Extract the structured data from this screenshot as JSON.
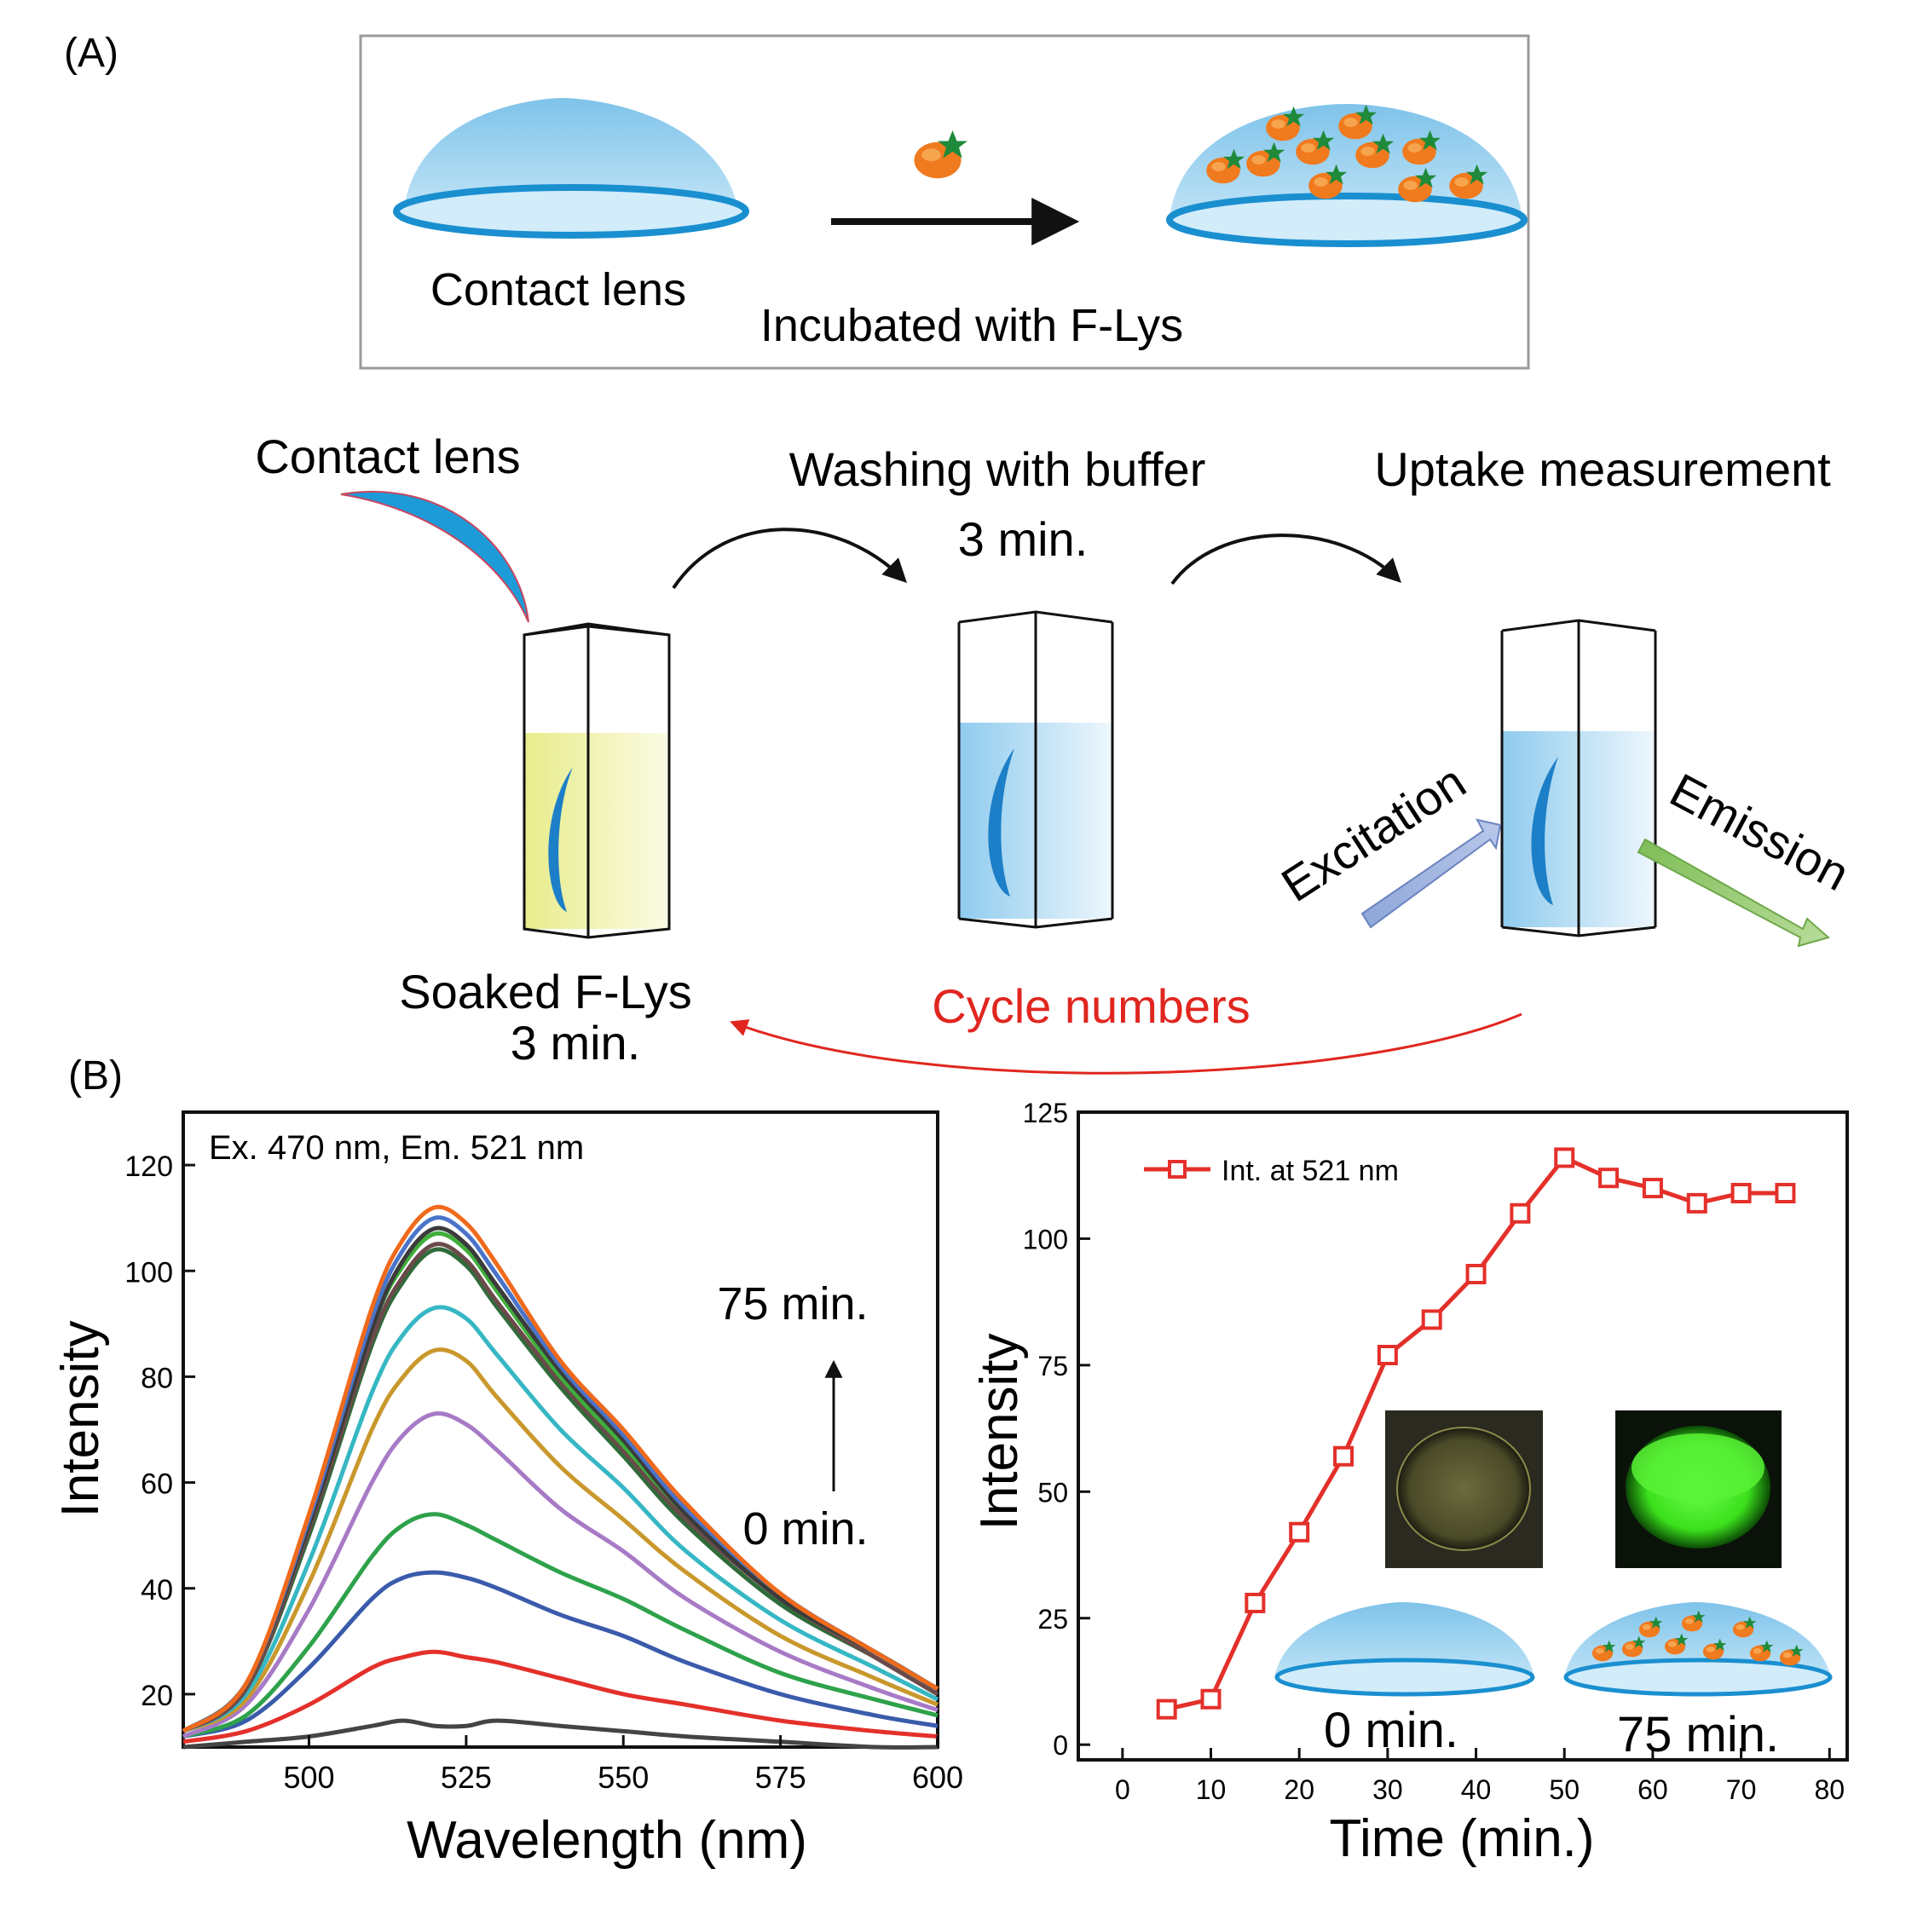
{
  "panel_a": {
    "label": "(A)",
    "top": {
      "lens_label": "Contact lens",
      "arrow_label": "Incubated with F-Lys"
    },
    "workflow": {
      "lens_label": "Contact lens",
      "washing_label": "Washing with buffer",
      "washing_time": "3 min.",
      "uptake_label": "Uptake measurement",
      "excitation_label": "Excitation",
      "emission_label": "Emission",
      "soaked_label": "Soaked F-Lys",
      "soaked_time": "3 min.",
      "cycle_label": "Cycle numbers",
      "cycle_color": "#e0261f"
    }
  },
  "panel_b": {
    "label": "(B)",
    "spectra_annotation": "Ex. 470 nm, Em. 521 nm",
    "time_end_label": "75 min.",
    "time_start_label": "0 min.",
    "inset_left_label": "0 min.",
    "inset_right_label": "75 min."
  },
  "chart_data": [
    {
      "type": "line",
      "xlabel": "Wavelength (nm)",
      "ylabel": "Intensity",
      "xlim": [
        480,
        600
      ],
      "ylim": [
        10,
        130
      ],
      "xticks": [
        500,
        525,
        550,
        575,
        600
      ],
      "yticks": [
        20,
        40,
        60,
        80,
        100,
        120
      ],
      "peak_wavelength": 521,
      "x": [
        480,
        490,
        500,
        510,
        515,
        520,
        525,
        530,
        540,
        550,
        560,
        575,
        590,
        600
      ],
      "series": [
        {
          "color": "#444444",
          "values": [
            10,
            11,
            12,
            14,
            15,
            14,
            14,
            15,
            14,
            13,
            12,
            11,
            10,
            10
          ]
        },
        {
          "color": "#e4302a",
          "values": [
            11,
            13,
            18,
            25,
            27,
            28,
            27,
            26,
            23,
            20,
            18,
            15,
            13,
            12
          ]
        },
        {
          "color": "#3a5bab",
          "values": [
            12,
            15,
            25,
            38,
            42,
            43,
            42,
            40,
            35,
            31,
            26,
            20,
            16,
            14
          ]
        },
        {
          "color": "#2ea24b",
          "values": [
            12,
            16,
            29,
            46,
            52,
            54,
            52,
            49,
            43,
            38,
            32,
            24,
            19,
            16
          ]
        },
        {
          "color": "#a77ac6",
          "values": [
            12,
            18,
            36,
            60,
            69,
            73,
            71,
            66,
            55,
            47,
            38,
            28,
            21,
            17
          ]
        },
        {
          "color": "#c9982c",
          "values": [
            13,
            19,
            41,
            70,
            80,
            85,
            83,
            76,
            63,
            53,
            43,
            31,
            23,
            18
          ]
        },
        {
          "color": "#36b7c4",
          "values": [
            13,
            20,
            45,
            77,
            88,
            93,
            91,
            84,
            70,
            59,
            47,
            34,
            25,
            19
          ]
        },
        {
          "color": "#2f6b3a",
          "values": [
            13,
            21,
            50,
            86,
            98,
            104,
            101,
            93,
            78,
            65,
            52,
            37,
            27,
            20
          ]
        },
        {
          "color": "#6b4a4a",
          "values": [
            13,
            21,
            51,
            87,
            99,
            105,
            102,
            94,
            79,
            66,
            53,
            38,
            27,
            20
          ]
        },
        {
          "color": "#3fae3a",
          "values": [
            13,
            22,
            52,
            89,
            101,
            107,
            104,
            96,
            80,
            67,
            54,
            38,
            28,
            21
          ]
        },
        {
          "color": "#3b3b3b",
          "values": [
            13,
            22,
            52,
            89,
            102,
            108,
            105,
            97,
            81,
            68,
            54,
            38,
            28,
            21
          ]
        },
        {
          "color": "#4a74c9",
          "values": [
            13,
            22,
            53,
            91,
            104,
            110,
            107,
            99,
            82,
            69,
            55,
            39,
            28,
            21
          ]
        },
        {
          "color": "#f06a1c",
          "values": [
            13,
            22,
            54,
            93,
            106,
            112,
            109,
            101,
            83,
            70,
            56,
            39,
            28,
            21
          ]
        }
      ]
    },
    {
      "type": "line",
      "xlabel": "Time (min.)",
      "ylabel": "Intensity",
      "xlim": [
        -5,
        82
      ],
      "ylim": [
        -3,
        125
      ],
      "xticks": [
        0,
        10,
        20,
        30,
        40,
        50,
        60,
        70,
        80
      ],
      "yticks": [
        0,
        25,
        50,
        75,
        100,
        125
      ],
      "legend_position": "top-left",
      "series": [
        {
          "name": "Int. at 521 nm",
          "color": "#e4302a",
          "marker": "open-square",
          "x": [
            5,
            10,
            15,
            20,
            25,
            30,
            35,
            40,
            45,
            50,
            55,
            60,
            65,
            70,
            75
          ],
          "values": [
            7,
            9,
            28,
            42,
            57,
            77,
            84,
            93,
            105,
            116,
            112,
            110,
            107,
            109,
            109
          ]
        }
      ]
    }
  ]
}
